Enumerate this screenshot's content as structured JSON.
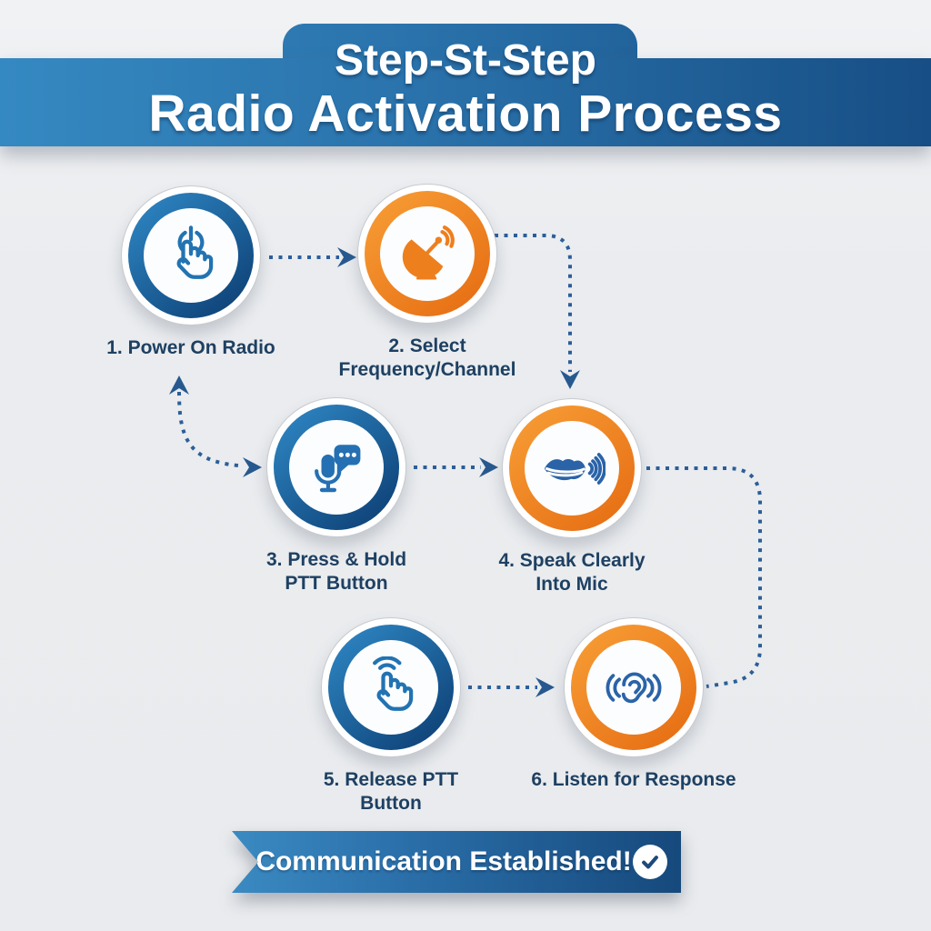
{
  "header": {
    "tab_title": "Step-St-Step",
    "title": "Radio Activation Process"
  },
  "steps": [
    {
      "line1": "1. Power On Radio",
      "line2": "",
      "icon": "power-button",
      "accent": "blue"
    },
    {
      "line1": "2. Select",
      "line2": "Frequency/Channel",
      "icon": "satellite-dish",
      "accent": "orange"
    },
    {
      "line1": "3. Press & Hold",
      "line2": "PTT Button",
      "icon": "microphone-chat",
      "accent": "blue"
    },
    {
      "line1": "4. Speak Clearly",
      "line2": "Into Mic",
      "icon": "lips-sound-waves",
      "accent": "orange"
    },
    {
      "line1": "5. Release PTT",
      "line2": "Button",
      "icon": "tap-finger",
      "accent": "blue"
    },
    {
      "line1": "6. Listen for Response",
      "line2": "",
      "icon": "ear-listening",
      "accent": "orange"
    }
  ],
  "footer": {
    "banner_text": "Communication Established!",
    "check_icon": "checkmark"
  },
  "colors": {
    "background": "#eaecef",
    "banner_gradient_start": "#3589c2",
    "banner_gradient_end": "#174e85",
    "blue_ring_light": "#2e86c3",
    "blue_ring_dark": "#0d3f74",
    "orange_ring_light": "#f79d35",
    "orange_ring_dark": "#e66d13",
    "connector": "#2b5e99",
    "label_text": "#1e4062",
    "icon_blue": "#2273b2",
    "icon_orange": "#ee7f1d"
  }
}
